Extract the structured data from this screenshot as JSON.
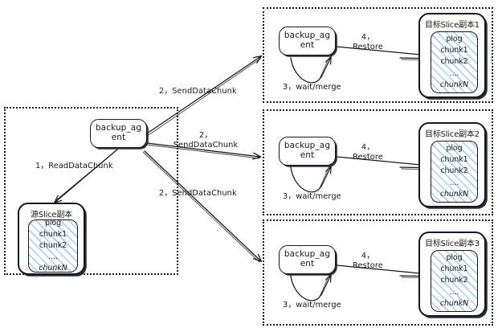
{
  "diagram": {
    "title": "backup agent slice restore flow",
    "background": "#ffffff",
    "stroke": "#16181d",
    "hatch_color": "#a9cfef"
  },
  "source_group": {
    "agent_label": "backup_ag\nent",
    "agent_line1": "backup_ag",
    "agent_line2": "ent",
    "slice": {
      "title": "源Slice副本",
      "items": [
        "plog",
        "chunk1",
        "chunk2",
        "....",
        "chunkN"
      ]
    },
    "read_label": "1，ReadDataChunk"
  },
  "send_labels": [
    "2，SendDataChunk",
    "2，\nSendDataChunk",
    "2，SendDataChunk"
  ],
  "send_label_mid_line1": "2，",
  "send_label_mid_line2": "SendDataChunk",
  "targets": [
    {
      "agent_line1": "backup_ag",
      "agent_line2": "ent",
      "wait_label": "3，wait/merge",
      "restore_line1": "4，",
      "restore_line2": "Restore",
      "slice": {
        "title": "目标Slice副本1",
        "items": [
          "plog",
          "chunk1",
          "chunk2",
          "....",
          "chunkN"
        ]
      }
    },
    {
      "agent_line1": "backup_ag",
      "agent_line2": "ent",
      "wait_label": "3，wait/merge",
      "restore_line1": "4，",
      "restore_line2": "Restore",
      "slice": {
        "title": "目标Slice副本2",
        "items": [
          "plog",
          "chunk1",
          "chunk2",
          "....",
          "chunkN"
        ]
      }
    },
    {
      "agent_line1": "backup_ag",
      "agent_line2": "ent",
      "wait_label": "3，wait/merge",
      "restore_line1": "4，",
      "restore_line2": "Restore",
      "slice": {
        "title": "目标Slice副本3",
        "items": [
          "plog",
          "chunk1",
          "chunk2",
          "....",
          "chunkN"
        ]
      }
    }
  ]
}
